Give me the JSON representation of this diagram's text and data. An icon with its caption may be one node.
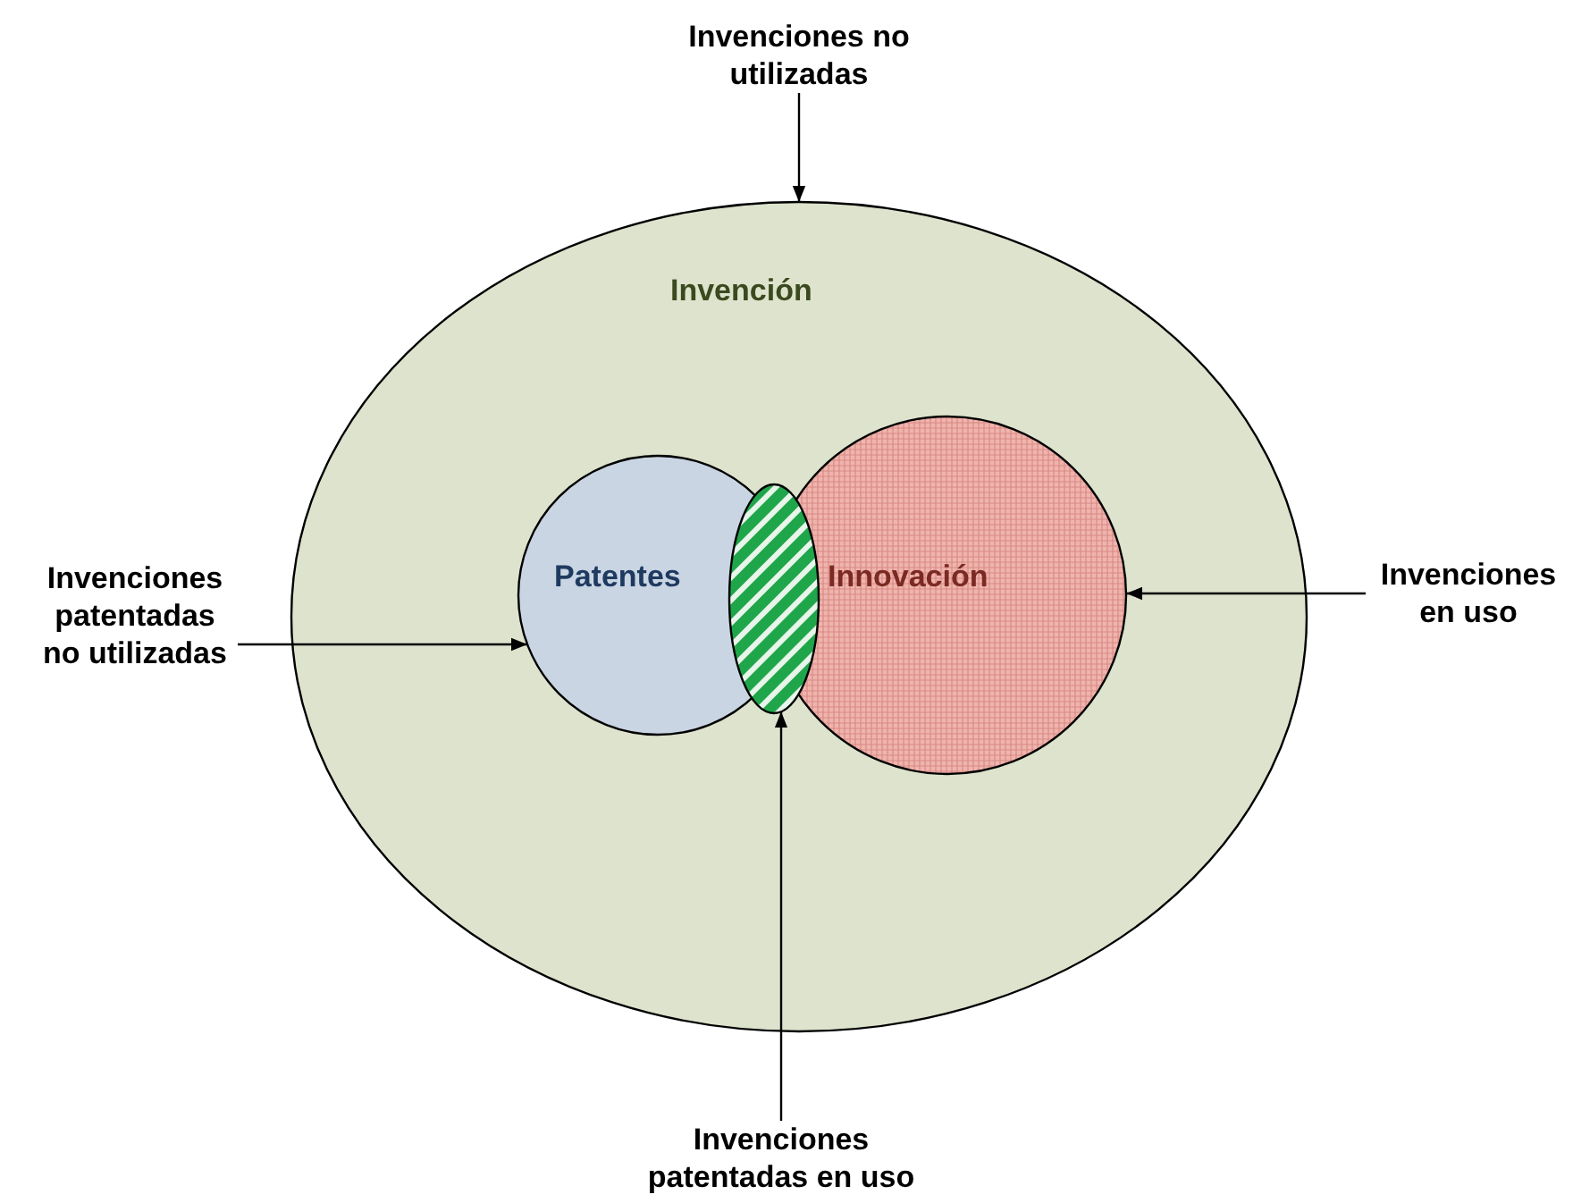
{
  "diagram": {
    "nodes": [
      {
        "text": [
          "Invención"
        ]
      },
      {
        "text": [
          "Patentes"
        ],
        "in": 0
      },
      {
        "text": [
          "Innovación"
        ],
        "in": 0
      },
      {
        "text": [],
        "shape": "ellipse",
        "in": 0
      },
      {
        "text": [
          "Invenciones no utilizadas"
        ]
      },
      {
        "text": [
          "Invenciones patentadas no utilizadas"
        ]
      },
      {
        "text": [
          "Invenciones en uso"
        ]
      },
      {
        "text": [
          "Invenciones patentadas en uso"
        ]
      }
    ],
    "edges": [
      {
        "from": 4,
        "to": 0,
        "arrow": "to"
      },
      {
        "from": 5,
        "to": 1,
        "arrow": "to"
      },
      {
        "from": 6,
        "to": 2,
        "arrow": "to"
      },
      {
        "from": 7,
        "to": 3,
        "arrow": "to"
      }
    ]
  }
}
